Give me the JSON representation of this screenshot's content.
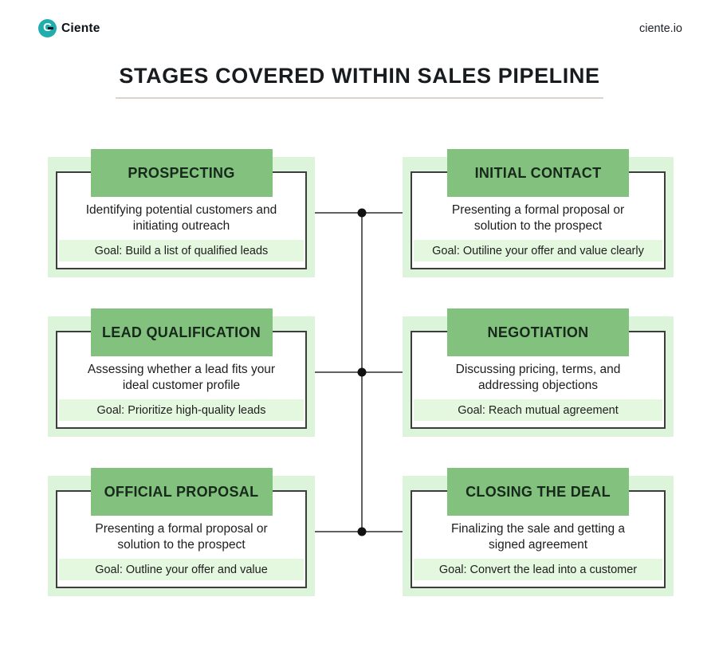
{
  "brand": {
    "name": "Ciente",
    "site": "ciente.io",
    "logo_letter": "C",
    "logo_color": "#1fadad"
  },
  "title": "STAGES COVERED WITHIN SALES PIPELINE",
  "stages": [
    {
      "name": "PROSPECTING",
      "description": "Identifying potential customers and initiating outreach",
      "goal": "Goal: Build a list of qualified leads"
    },
    {
      "name": "INITIAL CONTACT",
      "description": "Presenting a formal proposal or solution to the prospect",
      "goal": "Goal: Outiline your offer and value clearly"
    },
    {
      "name": "LEAD QUALIFICATION",
      "description": "Assessing whether a lead fits your ideal customer profile",
      "goal": "Goal: Prioritize high-quality leads"
    },
    {
      "name": "NEGOTIATION",
      "description": "Discussing pricing, terms, and addressing objections",
      "goal": "Goal: Reach mutual agreement"
    },
    {
      "name": "OFFICIAL PROPOSAL",
      "description": "Presenting a formal proposal or solution to the prospect",
      "goal": "Goal: Outline your offer and value"
    },
    {
      "name": "CLOSING THE DEAL",
      "description": "Finalizing the sale and getting a signed agreement",
      "goal": "Goal: Convert the lead into a customer"
    }
  ],
  "colors": {
    "header_green": "#82c17e",
    "pale_green": "#dcf4d9",
    "goal_strip_green": "#e4f7df",
    "connector_line": "#2d2d2d"
  }
}
